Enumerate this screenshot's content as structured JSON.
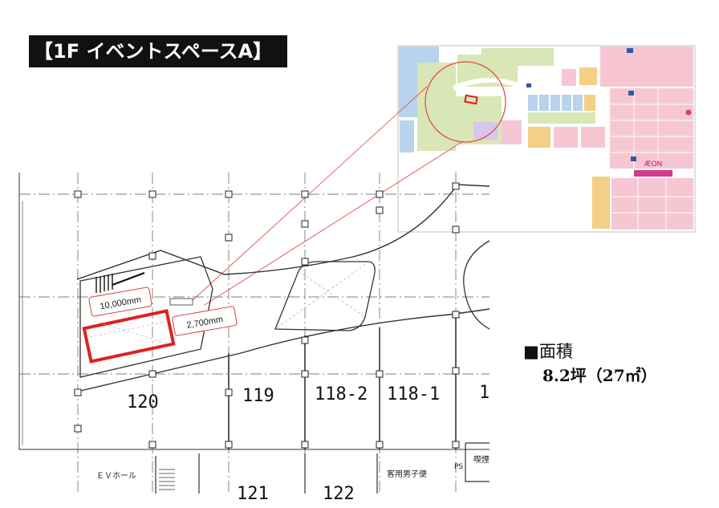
{
  "title": "【1F イベントスペースA】",
  "area": {
    "label": "■面積",
    "value": "8.2坪（27㎡）"
  },
  "dimensions": {
    "width_label": "10,000mm",
    "depth_label": "2,700mm"
  },
  "units": {
    "u120": "120",
    "u119": "119",
    "u118_2": "118-2",
    "u118_1": "118-1",
    "u_partial": "1",
    "u121": "121",
    "u122": "122"
  },
  "facilities": {
    "ev_hall": "ＥＶホール",
    "restroom": "客用男子便",
    "smoking": "喫煙",
    "ps": "PS"
  },
  "inset_map": {
    "brand": "ÆON"
  },
  "colors": {
    "highlight_red": "#e02020",
    "callout_line": "#e05050",
    "inset_pink": "#f6c7d3",
    "inset_green": "#d9e6b5",
    "inset_blue": "#b7d3ee",
    "inset_orange": "#f4cf86",
    "inset_magenta": "#d23b8a"
  }
}
